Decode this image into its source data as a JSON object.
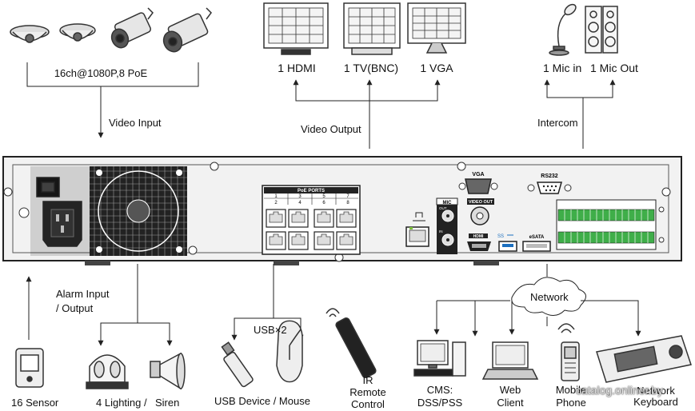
{
  "inputs": {
    "cameras": "16ch@1080P,8 PoE",
    "video_input": "Video Input"
  },
  "outputs": {
    "hdmi": "1 HDMI",
    "tv": "1 TV(BNC)",
    "vga": "1 VGA",
    "video_output": "Video Output"
  },
  "intercom": {
    "mic_in": "1 Mic in",
    "mic_out": "1 Mic Out",
    "label": "Intercom"
  },
  "panel": {
    "poe_title": "PoE PORTS",
    "poe_numbers_top": [
      "1",
      "3",
      "5",
      "7"
    ],
    "poe_numbers_bottom": [
      "2",
      "4",
      "6",
      "8"
    ],
    "vga": "VGA",
    "rs232": "RS232",
    "mic": "MIC",
    "video_out": "VIDEO OUT",
    "out": "OUT",
    "in": "IN",
    "hdmi": "HDMI",
    "esata": "eSATA"
  },
  "bottom": {
    "alarm": [
      "Alarm Input",
      "/ Output"
    ],
    "sensor": "16 Sensor",
    "lighting": "4 Lighting /",
    "siren": "Siren",
    "usb": "USB×2",
    "usb_device": "USB Device / Mouse",
    "ir": [
      "IR",
      "Remote",
      "Control"
    ],
    "network": "Network",
    "cms": [
      "CMS:",
      "DSS/PSS"
    ],
    "web": [
      "Web",
      "Client"
    ],
    "mobile": [
      "Mobile",
      "Phone"
    ],
    "keyboard": "Network Keyboard"
  },
  "watermark": "catalog.onliner.by",
  "colors": {
    "line": "#222222",
    "panel_bg": "#f2f2f2",
    "terminal_green": "#3fae49"
  }
}
